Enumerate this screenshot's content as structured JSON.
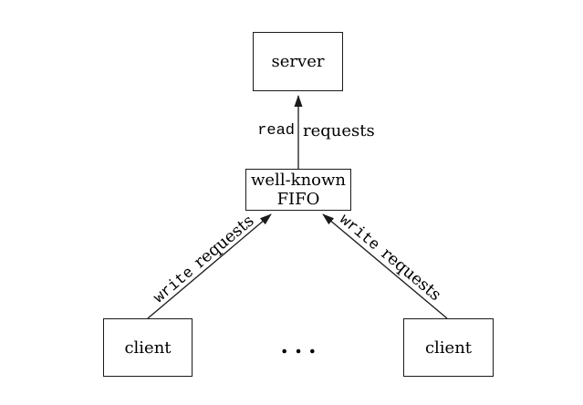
{
  "figure": {
    "background_color": "#ffffff",
    "line_color": "#1a1a1a",
    "text_color": "#000000"
  },
  "nodes": {
    "server": {
      "label": "server"
    },
    "fifo": {
      "line1": "well-known",
      "line2": "FIFO"
    },
    "client_left": {
      "label": "client"
    },
    "client_right": {
      "label": "client"
    },
    "ellipsis": {
      "label": "..."
    }
  },
  "edges": {
    "read_requests": {
      "verb": "read",
      "noun": "requests"
    },
    "write_requests_left": {
      "verb": "write",
      "noun": "requests"
    },
    "write_requests_right": {
      "verb": "write",
      "noun": "requests"
    }
  }
}
